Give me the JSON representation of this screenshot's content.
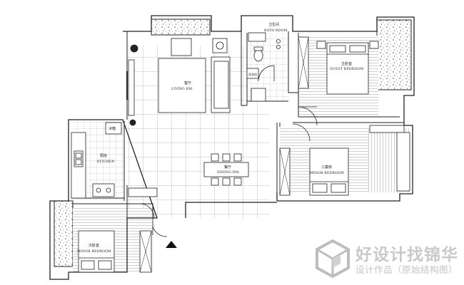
{
  "rooms": {
    "bath": {
      "cn": "卫生间",
      "en": "BATH ROOM"
    },
    "master": {
      "cn": "主卧室",
      "en": "GUEST BEDROOM"
    },
    "living": {
      "cn": "客厅",
      "en": "LIVING RM."
    },
    "kitchen": {
      "cn": "厨房",
      "en": "KITCHEN"
    },
    "fridge": {
      "cn": "冰箱"
    },
    "dining": {
      "cn": "餐厅",
      "en": "DINING RM."
    },
    "child": {
      "cn": "儿童房",
      "en": "MINOR BEDROOM"
    },
    "second": {
      "cn": "次卧室",
      "en": "MINOR BEDROOM"
    },
    "laundry": {
      "cn": "洗衣机"
    }
  },
  "watermark": {
    "title": "好设计找锦华",
    "subtitle": "设计作品（原始结构图）"
  },
  "colors": {
    "wall": "#222222",
    "grid": "#7a7a7a",
    "watermark": "#c9c9c9"
  }
}
